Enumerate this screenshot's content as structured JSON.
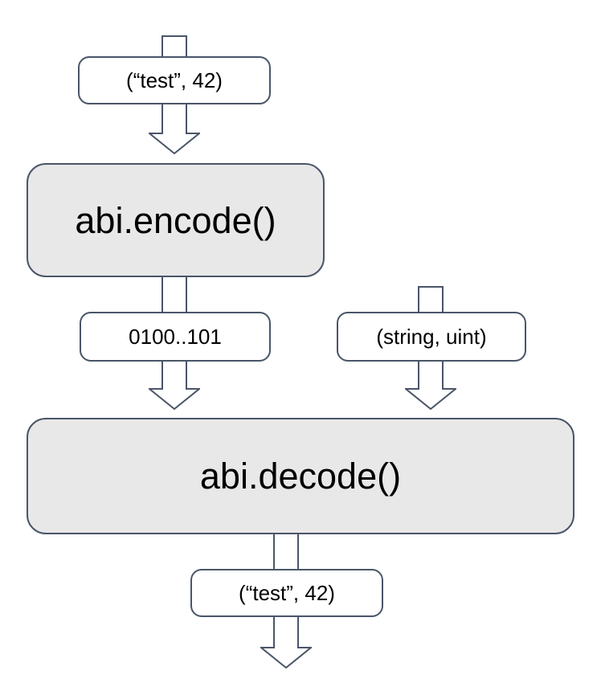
{
  "colors": {
    "border": "#4a5568",
    "box_gray": "#e8e8e8",
    "box_white": "#ffffff",
    "text": "#000000"
  },
  "nodes": {
    "input_tuple": "(“test”, 42)",
    "encode": "abi.encode()",
    "encoded_bytes": "0100..101",
    "types_tuple": "(string, uint)",
    "decode": "abi.decode()",
    "output_tuple": "(“test”, 42)"
  },
  "edges": [
    {
      "from": "input_tuple",
      "to": "encode"
    },
    {
      "from": "encode",
      "to": "encoded_bytes"
    },
    {
      "from": "encoded_bytes",
      "to": "decode"
    },
    {
      "from": "types_tuple",
      "to": "decode"
    },
    {
      "from": "decode",
      "to": "output_tuple"
    },
    {
      "from": "output_tuple",
      "to": "out"
    }
  ]
}
